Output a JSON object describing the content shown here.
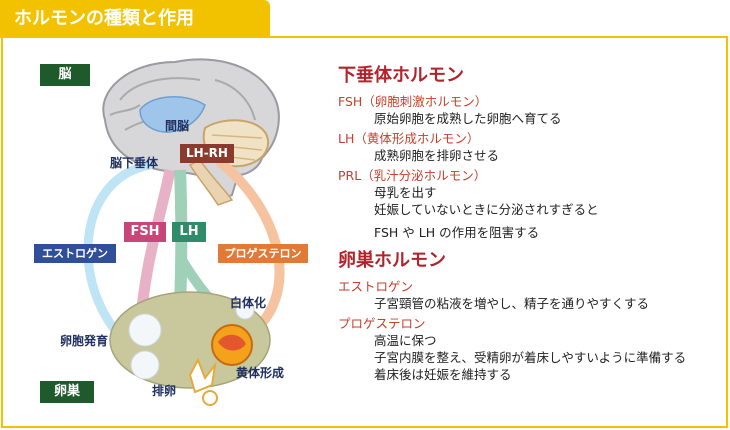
{
  "title": "ホルモンの種類と作用",
  "diagram": {
    "brain_box": "脳",
    "ovary_box": "卵巣",
    "hypothalamus": "間脳",
    "pituitary": "脳下垂体",
    "lhrh": "LH-RH",
    "fsh": "FSH",
    "lh": "LH",
    "estrogen": "エストロゲン",
    "progesterone": "プロゲステロン",
    "follicle_dev": "卵胞発育",
    "ovulation": "排卵",
    "corpus_luteum": "黄体形成",
    "albicans": "白体化",
    "colors": {
      "estrogen": "#2f4f9a",
      "fsh": "#c8467a",
      "lh": "#2f8b6a",
      "progesterone": "#e27a36",
      "dark_green": "#1f5a2c"
    }
  },
  "pituitary_section": {
    "title": "下垂体ホルモン",
    "hormones": [
      {
        "name": "FSH（卵胞刺激ホルモン）",
        "desc": [
          "原始卵胞を成熟した卵胞へ育てる"
        ]
      },
      {
        "name": "LH（黄体形成ホルモン）",
        "desc": [
          "成熟卵胞を排卵させる"
        ]
      },
      {
        "name": "PRL（乳汁分泌ホルモン）",
        "desc": [
          "母乳を出す",
          "妊娠していないときに分泌されすぎると",
          "FSH や LH の作用を阻害する"
        ]
      }
    ]
  },
  "ovary_section": {
    "title": "卵巣ホルモン",
    "hormones": [
      {
        "name": "エストロゲン",
        "desc": [
          "子宮頸管の粘液を増やし、精子を通りやすくする"
        ]
      },
      {
        "name": "プロゲステロン",
        "desc": [
          "高温に保つ",
          "子宮内膜を整え、受精卵が着床しやすいように準備する",
          "着床後は妊娠を維持する"
        ]
      }
    ]
  }
}
